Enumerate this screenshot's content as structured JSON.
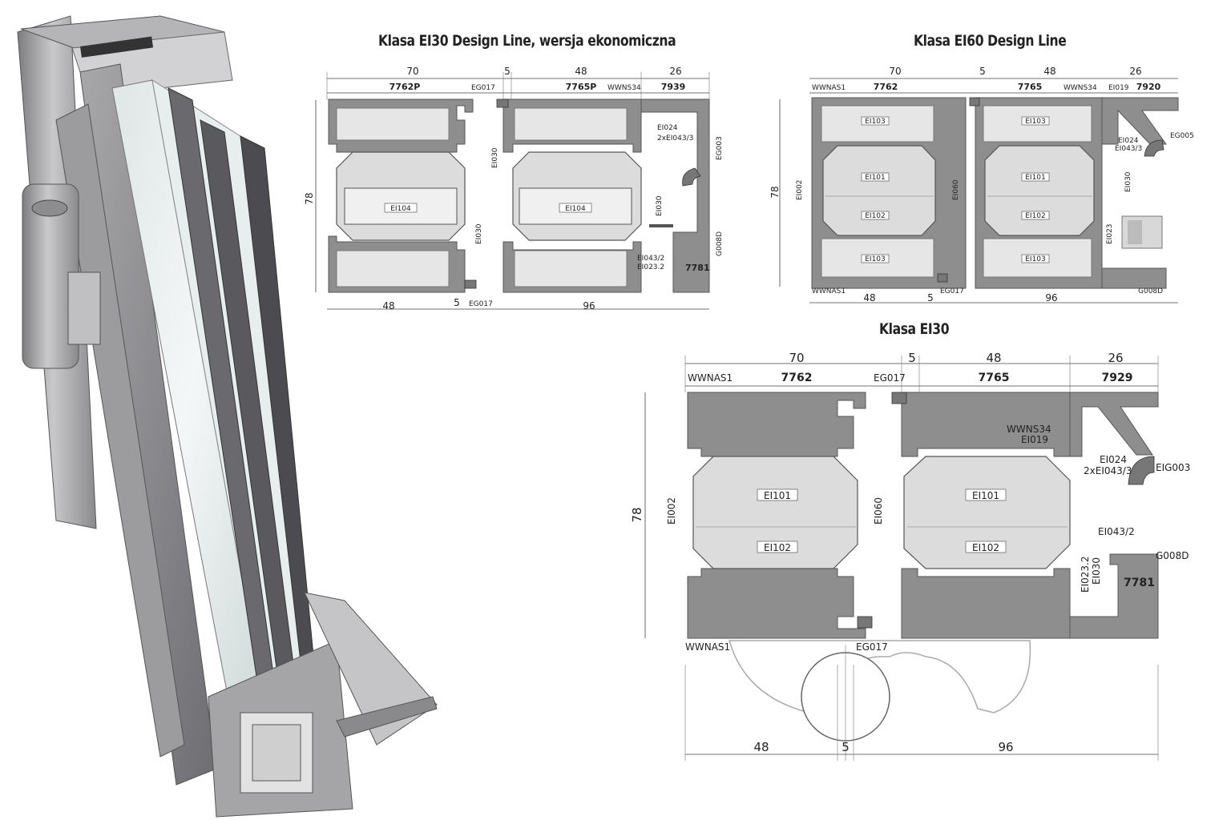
{
  "titles": {
    "top_left": "Klasa EI30 Design Line, wersja ekonomiczna",
    "top_right": "Klasa EI60 Design Line",
    "bottom": "Klasa EI30"
  },
  "diagram1": {
    "top_dims": [
      "70",
      "5",
      "48",
      "26"
    ],
    "profiles": [
      "7762P",
      "7765P",
      "7939",
      "7781"
    ],
    "height_dim": "78",
    "bottom_dims": [
      "48",
      "5",
      "96"
    ],
    "inserts": [
      "EI104",
      "EI104"
    ],
    "codes": {
      "eg017_top": "EG017",
      "wwns34": "WWNS34",
      "ei030_a": "EI030",
      "ei030_b": "EI030",
      "ei030_c": "EI030",
      "ei024": "EI024",
      "ei043_3": "2xEI043/3",
      "eg003": "EG003",
      "g008d": "G008D",
      "ei043_2": "EI043/2",
      "ei023_2": "EI023.2",
      "eg017_bottom": "EG017"
    }
  },
  "diagram2": {
    "top_dims": [
      "70",
      "5",
      "48",
      "26"
    ],
    "profiles": [
      "7762",
      "7765",
      "7920"
    ],
    "height_dim": "78",
    "bottom_dims": [
      "48",
      "5",
      "96"
    ],
    "inserts": [
      "EI103",
      "EI101",
      "EI102",
      "EI103",
      "EI103",
      "EI101",
      "EI102",
      "EI103"
    ],
    "codes": {
      "wwnas1_top": "WWNAS1",
      "wwns34": "WWNS34",
      "ei019": "EI019",
      "eg005": "EG005",
      "ei024": "EI024",
      "ei043_3": "EI043/3",
      "ei002": "EI002",
      "ei060": "EI060",
      "ei030": "EI030",
      "ei023": "EI023",
      "wwnas1_bottom": "WWNAS1",
      "eg017": "EG017",
      "g008d": "G008D"
    }
  },
  "diagram3": {
    "top_dims": [
      "70",
      "5",
      "48",
      "26"
    ],
    "profiles": [
      "7762",
      "7765",
      "7929",
      "7781"
    ],
    "height_dim": "78",
    "bottom_dims": [
      "48",
      "5",
      "96"
    ],
    "inserts": [
      "EI101",
      "EI102",
      "EI101",
      "EI102"
    ],
    "codes": {
      "wwnas1_top": "WWNAS1",
      "eg017_top": "EG017",
      "wwns34": "WWNS34",
      "ei019": "EI019",
      "ei024": "EI024",
      "ei043_3": "2xEI043/3",
      "eig003": "EIG003",
      "ei043_2": "EI043/2",
      "g008d": "G008D",
      "ei023_2": "EI023.2",
      "ei030": "EI030",
      "ei002": "EI002",
      "ei060": "EI060",
      "wwnas1_bottom": "WWNAS1",
      "eg017_bottom": "EG017"
    }
  }
}
